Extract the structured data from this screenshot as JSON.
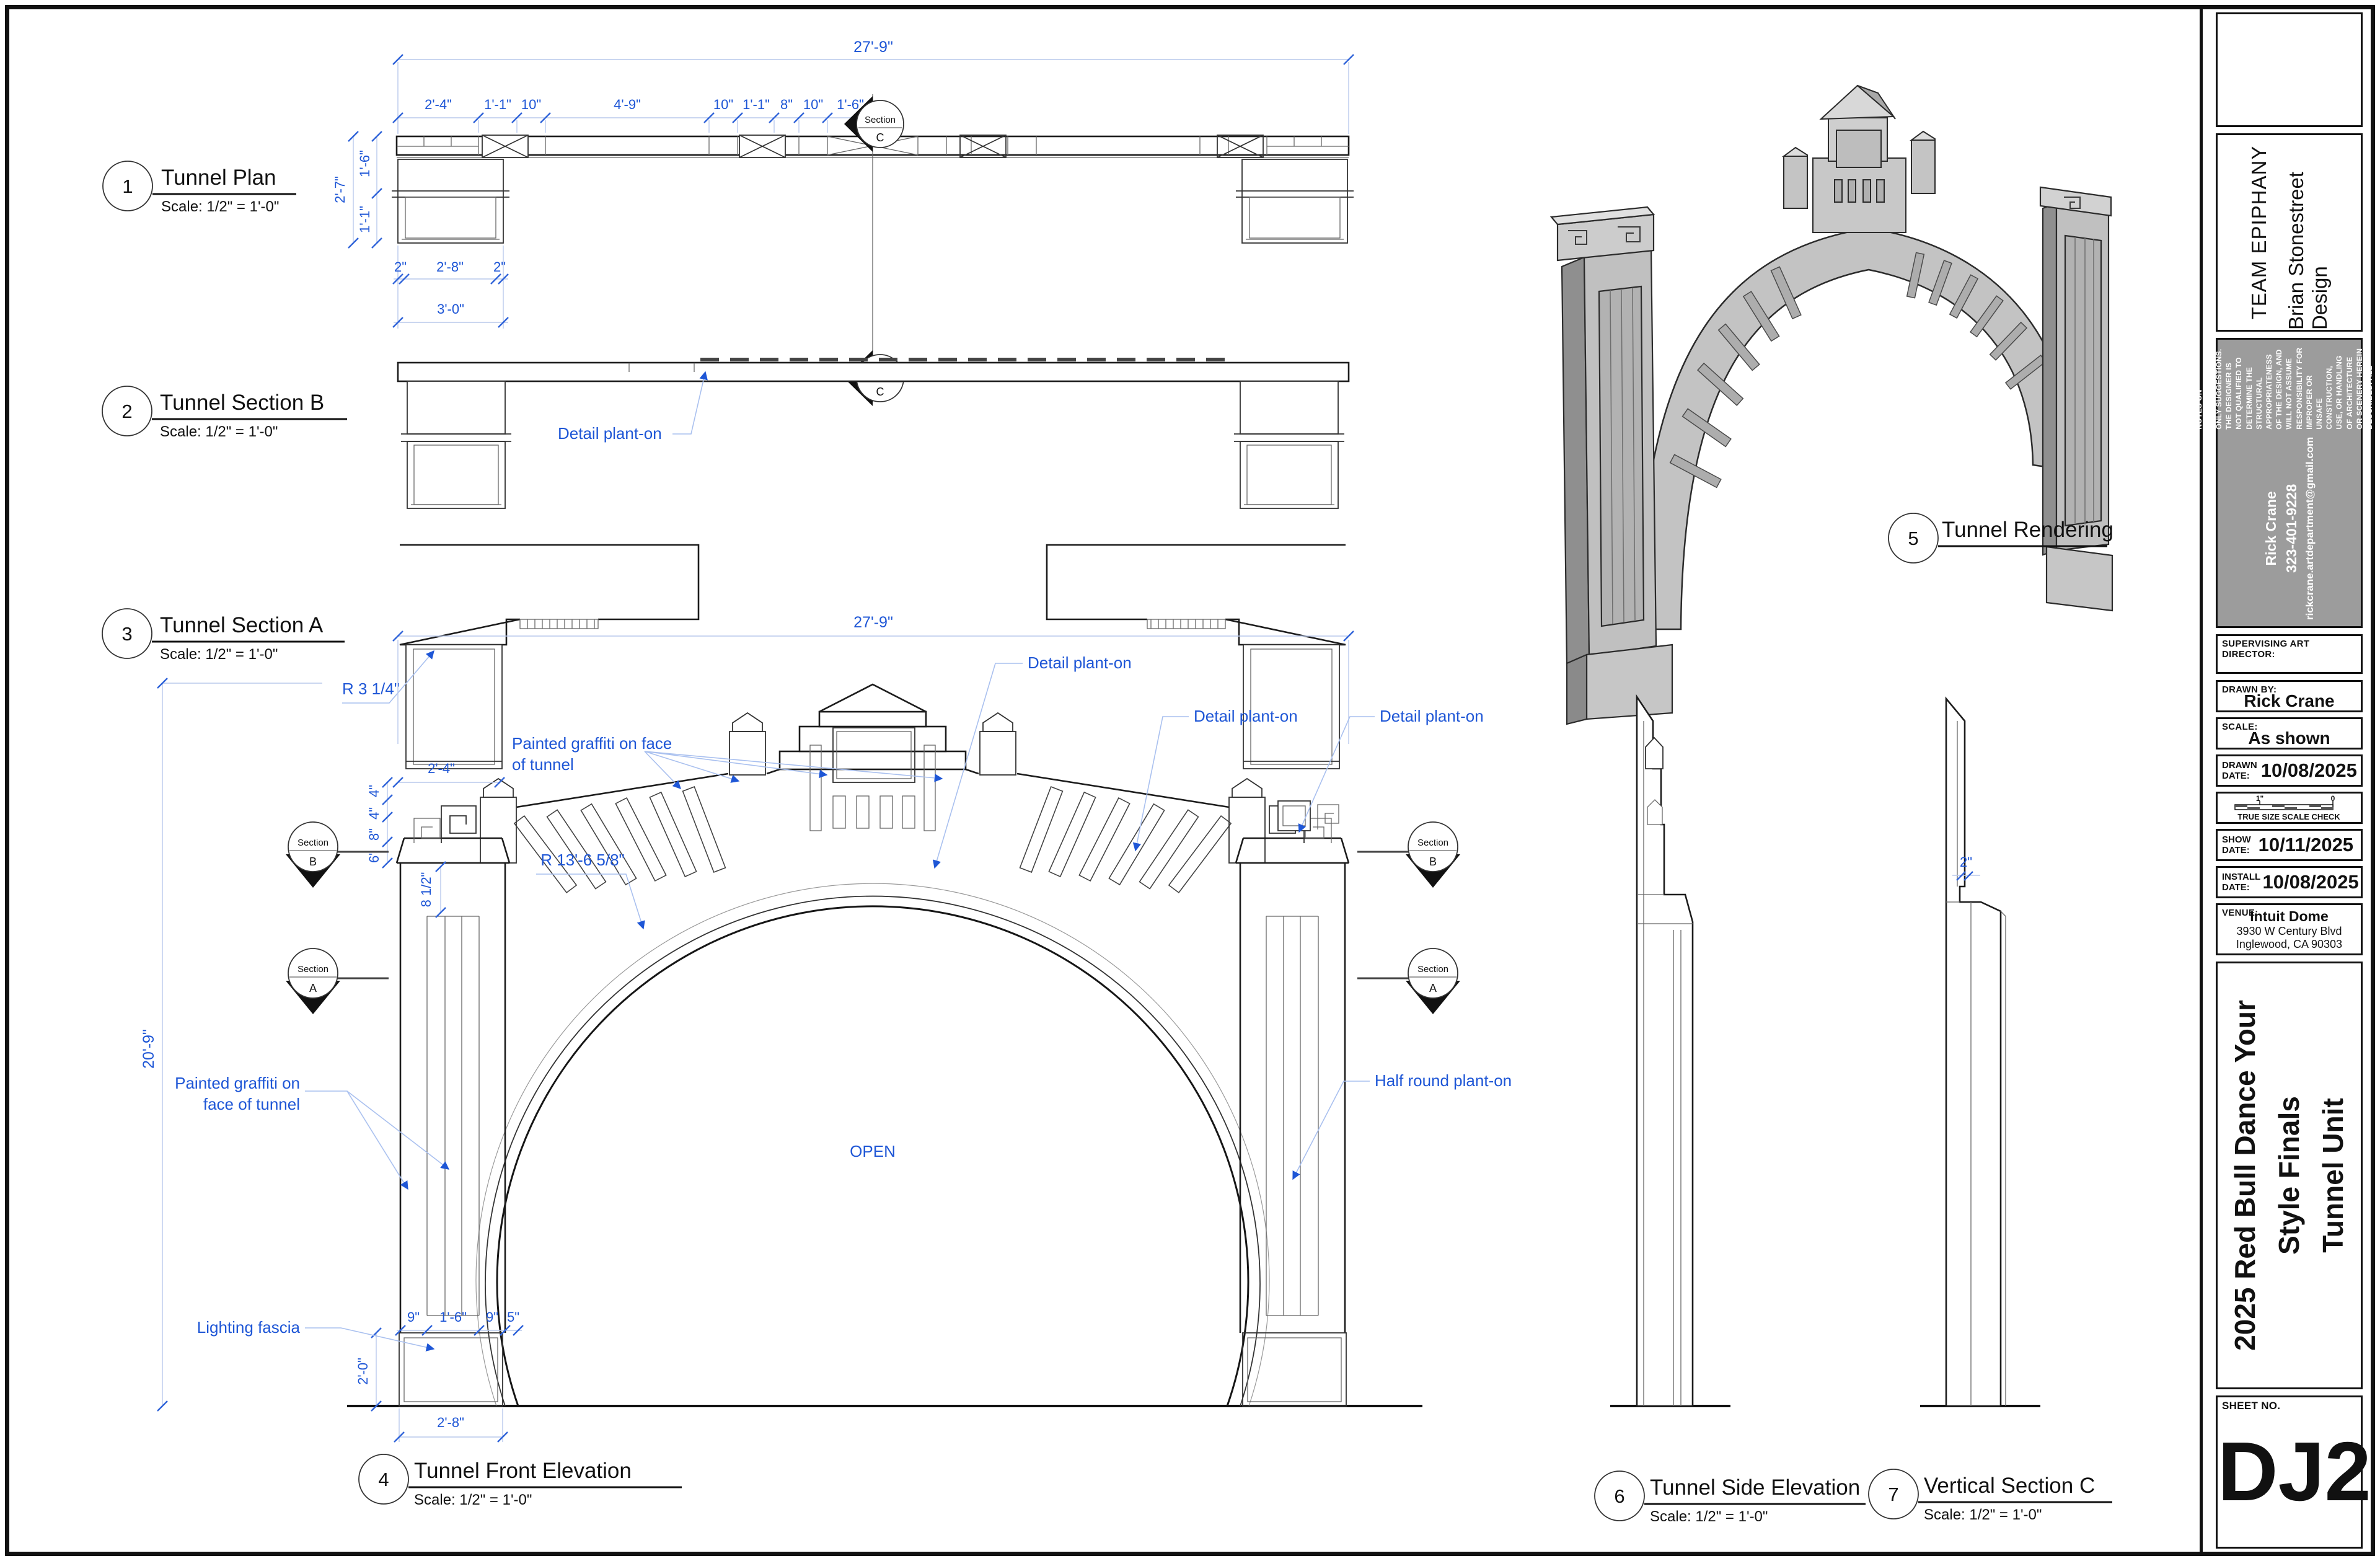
{
  "views": {
    "v1": {
      "num": "1",
      "title": "Tunnel Plan",
      "scale": "Scale: 1/2\" = 1'-0\""
    },
    "v2": {
      "num": "2",
      "title": "Tunnel Section B",
      "scale": "Scale: 1/2\" = 1'-0\""
    },
    "v3": {
      "num": "3",
      "title": "Tunnel Section A",
      "scale": "Scale: 1/2\" = 1'-0\""
    },
    "v4": {
      "num": "4",
      "title": "Tunnel Front Elevation",
      "scale": "Scale: 1/2\" = 1'-0\""
    },
    "v5": {
      "num": "5",
      "title": "Tunnel Rendering"
    },
    "v6": {
      "num": "6",
      "title": "Tunnel Side Elevation",
      "scale": "Scale: 1/2\" = 1'-0\""
    },
    "v7": {
      "num": "7",
      "title": "Vertical Section C",
      "scale": "Scale: 1/2\" = 1'-0\""
    }
  },
  "plan": {
    "overall": "27'-9\"",
    "segs": [
      "2'-4\"",
      "1'-1\"",
      "10\"",
      "4'-9\"",
      "10\"",
      "1'-1\"",
      "8\"",
      "10\"",
      "1'-6\""
    ],
    "left_outer": "2'-7\"",
    "left_inner1": "1'-6\"",
    "left_inner2": "1'-1\"",
    "b1": "2\"",
    "b2": "2'-8\"",
    "b3": "2\"",
    "b_total": "3'-0\""
  },
  "secB": {
    "note": "Detail plant-on"
  },
  "secA": {
    "radius": "R 3 1/4\""
  },
  "elev": {
    "overall": "27'-9\"",
    "height": "20'-9\"",
    "cap_w": "2'-4\"",
    "s1": "4\"",
    "s2": "4\"",
    "s3": "8\"",
    "s4": "6\"",
    "cap_d": "8 1/2\"",
    "radius": "R 13'-6 5/8\"",
    "open": "OPEN",
    "detail": "Detail plant-on",
    "graf_u1": "Painted graffiti on face",
    "graf_u2": "of tunnel",
    "graf_l1": "Painted graffiti on",
    "graf_l2": "face of tunnel",
    "half_round": "Half round plant-on",
    "lighting": "Lighting fascia",
    "f1": "9\"",
    "f2": "1'-6\"",
    "f3": "9\"",
    "f4": "5\"",
    "base_h": "2'-0\"",
    "base_w": "2'-8\""
  },
  "vsec": {
    "d": "2\""
  },
  "marker": {
    "word": "Section",
    "a": "A",
    "b": "B",
    "c": "C"
  },
  "titleblock": {
    "team_line1": "TEAM EPIPHANY",
    "team_line2": "Brian Stonestreet Design",
    "contact_name": "Rick Crane",
    "contact_phone": "323-401-9228",
    "contact_email": "rickcrane.artdepartment@gmail.com",
    "disclaimer": "THE DRAWINGS PRESENTED HERE ARE ONLY VISUAL CONCEPTS.  ANY NOTES ON CONSTRUCTION ARE ONLY SUGGESTIONS.  THE DESIGNER IS NOT QUALIFIED TO DETERMINE THE STRUCTURAL APPROPRIATENESS OF THE DESIGN, AND WILL NOT ASSUME RESPONSIBILITY FOR IMPROPER OR UNSAFE CONSTRUCTION, USE, OR HANDLING OF ARCHITECTURE OR SCENERY HEREIN DESCRIBED.  ALL MATERIALS MUST COMPLY WITH ALL FEDERAL, STATE, AND LOCAL FIRE AND SAFETY CODES.",
    "supervising_label": "SUPERVISING ART DIRECTOR:",
    "drawn_by_label": "DRAWN BY:",
    "drawn_by": "Rick Crane",
    "scale_label": "SCALE:",
    "scale_value": "As shown",
    "drawn_label1": "DRAWN",
    "date_label": "DATE:",
    "drawn_date": "10/08/2025",
    "check_one": "1\"",
    "check_zero": "0",
    "check_caption": "TRUE SIZE SCALE CHECK",
    "show_label1": "SHOW",
    "show_date": "10/11/2025",
    "install_label1": "INSTALL",
    "install_date": "10/08/2025",
    "venue_label": "VENUE:",
    "venue_name": "Intuit Dome",
    "venue_addr1": "3930 W Century Blvd",
    "venue_addr2": "Inglewood, CA 90303",
    "project_title_line1": "2025 Red Bull Dance Your Style Finals",
    "project_title_line2": "Tunnel Unit",
    "sheet_no_label": "SHEET NO.",
    "sheet_no": "DJ2"
  }
}
